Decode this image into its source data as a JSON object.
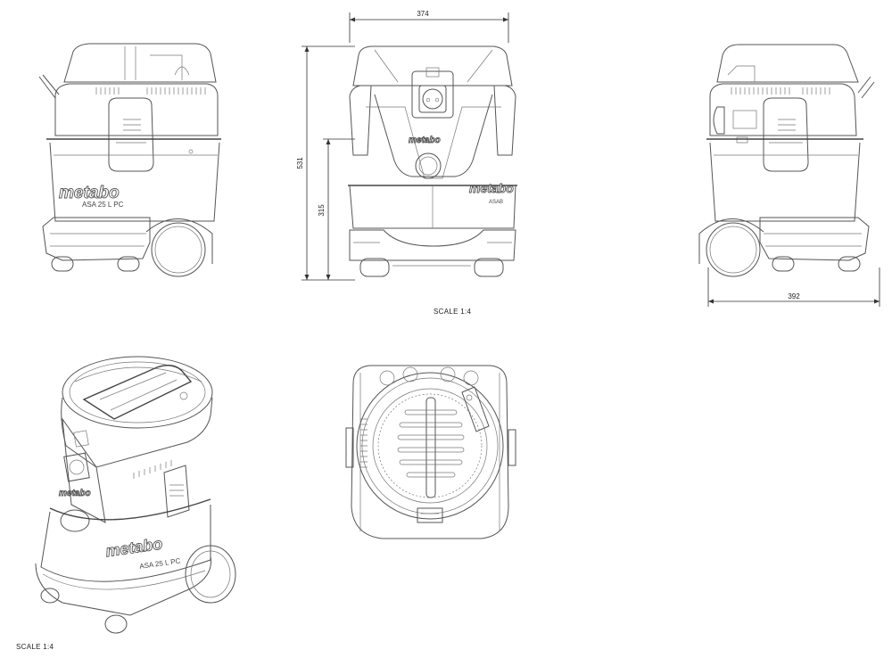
{
  "drawing": {
    "brand": "metabo",
    "model": "ASA 25 L PC",
    "model_partial": "ASAB",
    "scale_label_top": "SCALE  1:4",
    "scale_label_bottom": "SCALE  1:4"
  },
  "dimensions": {
    "front_width": "374",
    "overall_height": "531",
    "lower_height": "315",
    "side_depth": "392"
  },
  "views": {
    "left_side": "side view",
    "front": "front view",
    "right_side": "side view",
    "isometric": "isometric view",
    "top": "top view"
  },
  "colors": {
    "line": "#555555",
    "background": "#ffffff"
  }
}
